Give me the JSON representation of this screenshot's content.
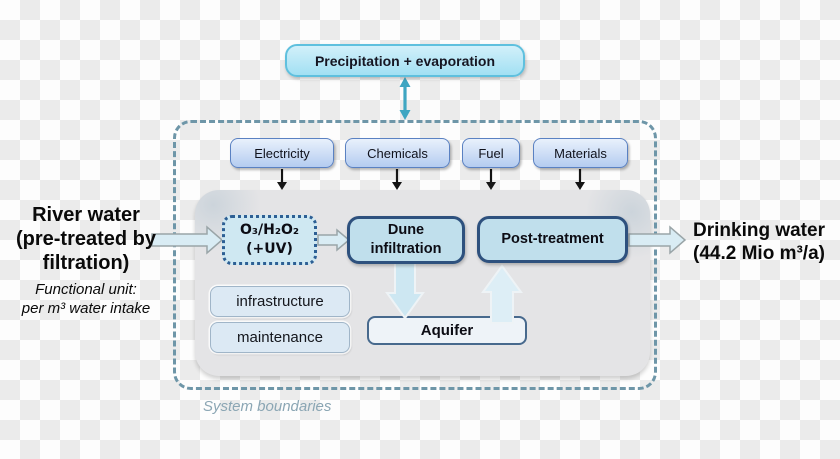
{
  "top": {
    "precipitation_label": "Precipitation + evaporation"
  },
  "inputs": [
    {
      "label": "Electricity"
    },
    {
      "label": "Chemicals"
    },
    {
      "label": "Fuel"
    },
    {
      "label": "Materials"
    }
  ],
  "process": {
    "oxidation": {
      "line1": "O₃/H₂O₂",
      "line2": "(+UV)"
    },
    "dune": {
      "line1": "Dune",
      "line2": "infiltration"
    },
    "post": {
      "label": "Post-treatment"
    },
    "aquifer": {
      "label": "Aquifer"
    },
    "infrastructure": {
      "label": "infrastructure"
    },
    "maintenance": {
      "label": "maintenance"
    }
  },
  "left_label": {
    "line1": "River water",
    "line2": "(pre-treated by",
    "line3": "filtration)",
    "note1": "Functional unit:",
    "note2": "per m³ water intake"
  },
  "right_label": {
    "line1": "Drinking water",
    "line2": "(44.2 Mio m³/a)"
  },
  "boundary_label": "System boundaries",
  "colors": {
    "checker_light": "#fdfdfd",
    "checker_dark": "#ebebeb",
    "precip_fill": "#a2e0f3",
    "precip_border": "#5fc0de",
    "teal_arrow": "#3fa6c2",
    "boundary_dash": "#6e96a8",
    "input_box_fill": "#b4ccf0",
    "input_box_border": "#5a81c2",
    "panel_fill": "#e4e4e6",
    "process_fill": "#c0dfec",
    "process_border": "#2e517e",
    "oxidation_border": "#2d5f94",
    "flow_arrow_fill": "#d9ecf4",
    "system_boundaries_text": "#8ba6b4"
  }
}
